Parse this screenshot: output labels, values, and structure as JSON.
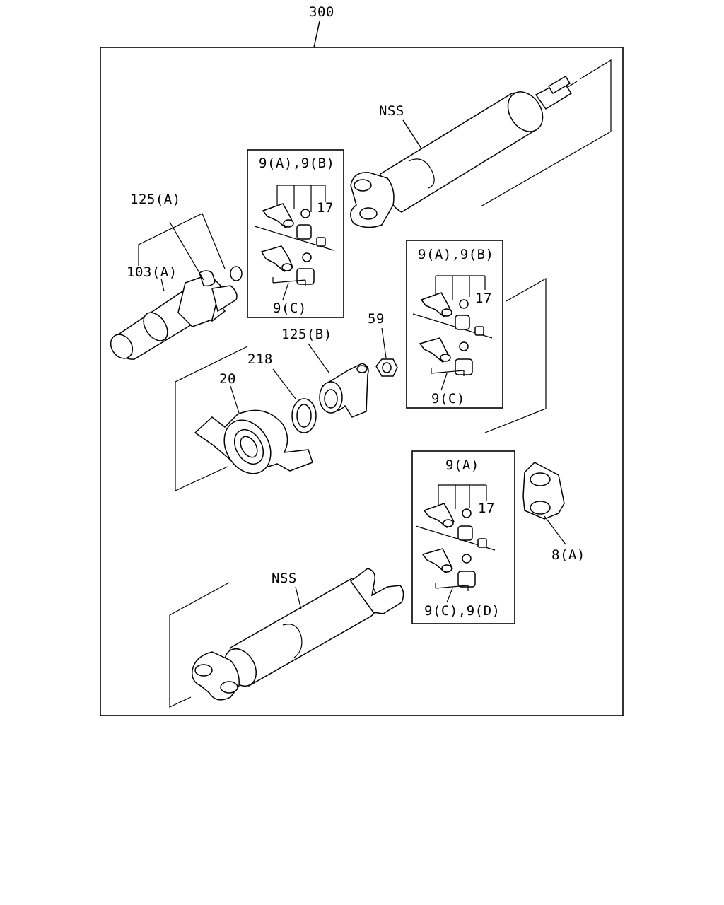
{
  "labels": {
    "assembly": "300",
    "nss_top": "NSS",
    "nss_bottom": "NSS",
    "p125a": "125(A)",
    "p103a": "103(A)",
    "p125b": "125(B)",
    "p218": "218",
    "p20": "20",
    "p59": "59",
    "p8a": "8(A)",
    "kit1_top": "9(A),9(B)",
    "kit1_17": "17",
    "kit1_bottom": "9(C)",
    "kit2_top": "9(A),9(B)",
    "kit2_17": "17",
    "kit2_bottom": "9(C)",
    "kit3_top": "9(A)",
    "kit3_17": "17",
    "kit3_bottom": "9(C),9(D)"
  }
}
